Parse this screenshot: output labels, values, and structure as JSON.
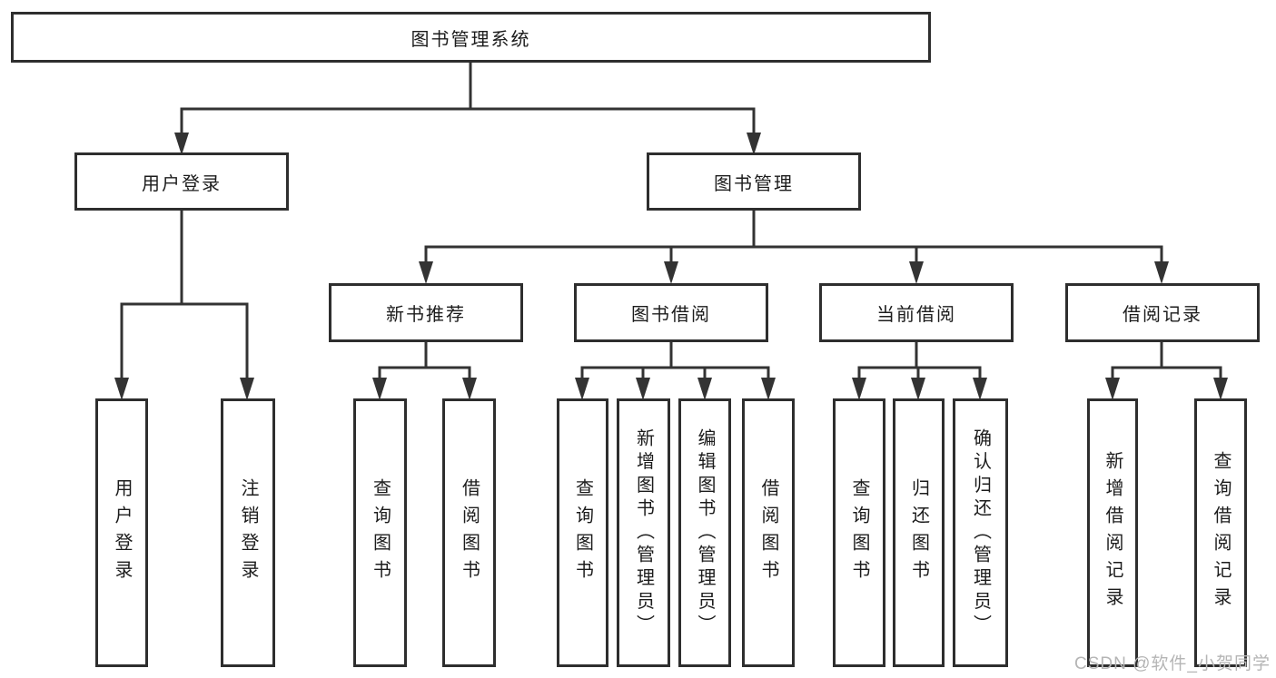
{
  "diagram": {
    "tree": {
      "label": "图书管理系统",
      "children": [
        {
          "label": "用户登录",
          "children": [
            {
              "label": "用户登录"
            },
            {
              "label": "注销登录"
            }
          ]
        },
        {
          "label": "图书管理",
          "children": [
            {
              "label": "新书推荐",
              "children": [
                {
                  "label": "查询图书"
                },
                {
                  "label": "借阅图书"
                }
              ]
            },
            {
              "label": "图书借阅",
              "children": [
                {
                  "label": "查询图书"
                },
                {
                  "label": "新增图书（管理员）"
                },
                {
                  "label": "编辑图书（管理员）"
                },
                {
                  "label": "借阅图书"
                }
              ]
            },
            {
              "label": "当前借阅",
              "children": [
                {
                  "label": "查询图书"
                },
                {
                  "label": "归还图书"
                },
                {
                  "label": "确认归还（管理员）"
                }
              ]
            },
            {
              "label": "借阅记录",
              "children": [
                {
                  "label": "新增借阅记录"
                },
                {
                  "label": "查询借阅记录"
                }
              ]
            }
          ]
        }
      ]
    },
    "colors": {
      "line": "#333333",
      "box_border": "#2e2e2e",
      "text": "#1c1c1c",
      "background": "#ffffff",
      "watermark": "#b5b5b5"
    }
  },
  "watermark": {
    "text": "CSDN @软件_小贺同学"
  }
}
